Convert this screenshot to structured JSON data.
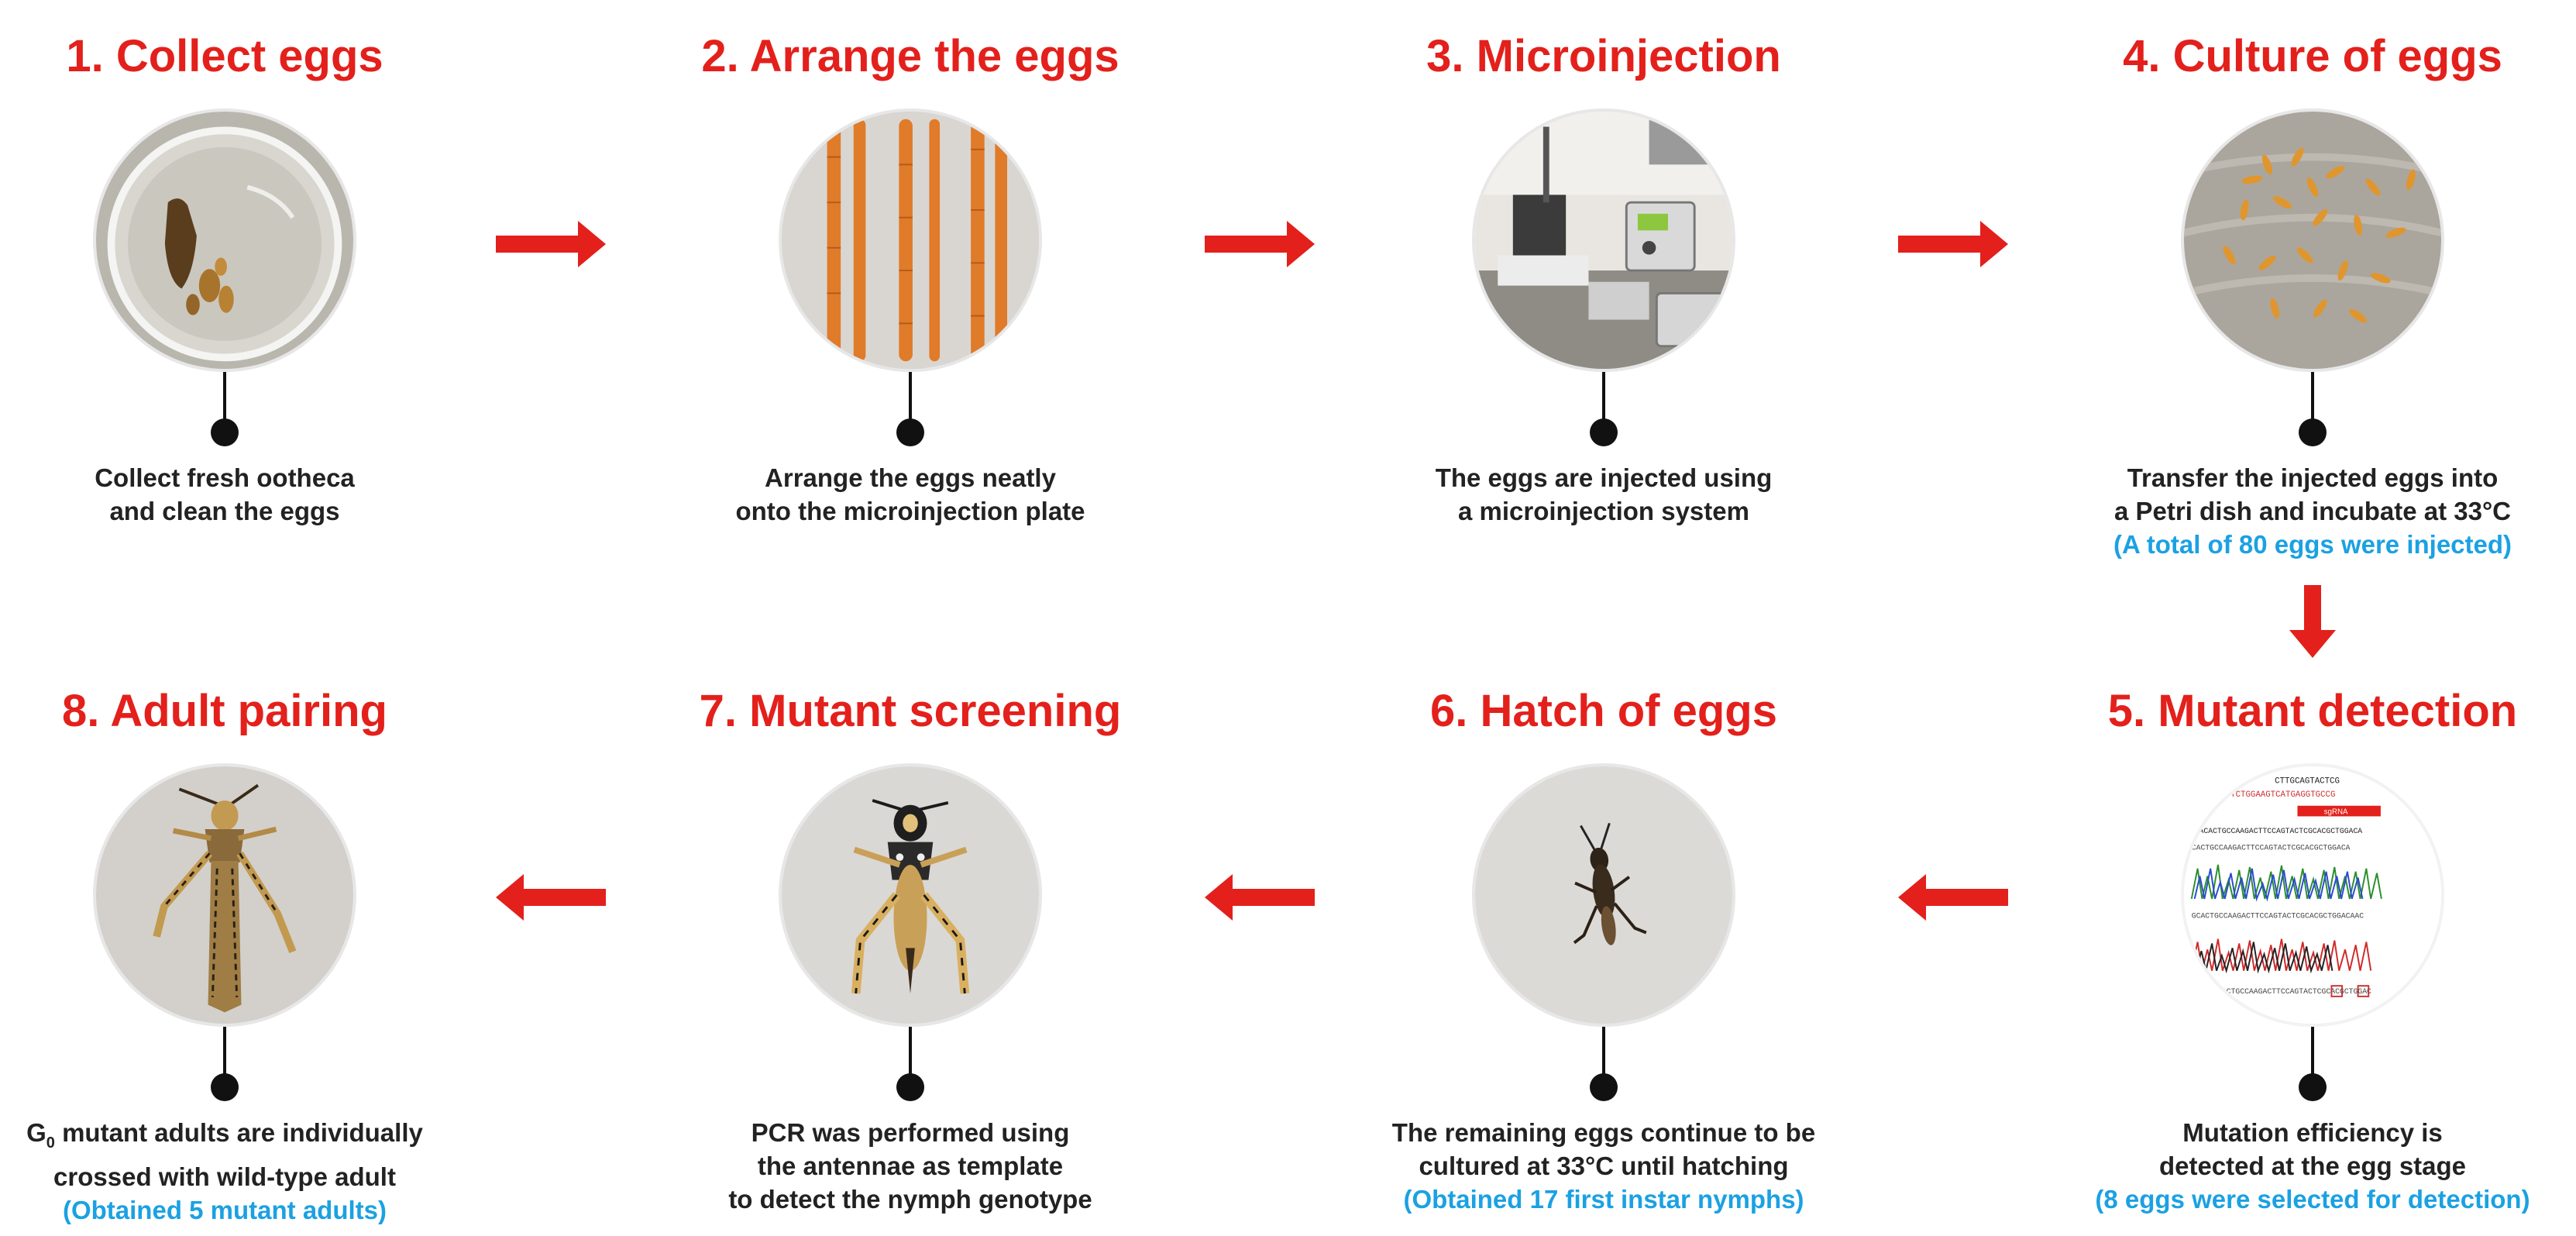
{
  "steps": [
    {
      "title": "1. Collect eggs",
      "caption": [
        "Collect fresh ootheca",
        "and clean the eggs"
      ],
      "photo": "petri-dish-ootheca"
    },
    {
      "title": "2. Arrange the eggs",
      "caption": [
        "Arrange the eggs neatly",
        "onto the microinjection plate"
      ],
      "photo": "eggs-on-plate"
    },
    {
      "title": "3. Microinjection",
      "caption": [
        "The eggs are injected using",
        "a microinjection system"
      ],
      "photo": "microinjection-system"
    },
    {
      "title": "4. Culture of eggs",
      "caption": [
        "Transfer the injected eggs into",
        "a Petri dish and incubate at 33°C"
      ],
      "note": "(A total of 80 eggs were injected)",
      "photo": "eggs-in-dish"
    },
    {
      "title": "5. Mutant detection",
      "caption": [
        "Mutation efficiency is",
        "detected at the egg stage"
      ],
      "note": "(8 eggs were selected for detection)",
      "photo": "sequencing-chromatogram"
    },
    {
      "title": "6. Hatch of eggs",
      "caption": [
        "The remaining eggs continue to be",
        "cultured at 33°C until hatching"
      ],
      "note": "(Obtained 17 first instar nymphs)",
      "photo": "first-instar-nymph"
    },
    {
      "title": "7. Mutant screening",
      "caption": [
        "PCR was performed using",
        "the antennae as template",
        "to detect the nymph genotype"
      ],
      "photo": "nymph-locust"
    },
    {
      "title": "8. Adult pairing",
      "caption_prefix": "G",
      "caption_sub": "0",
      "caption": [
        " mutant adults are individually",
        "crossed with wild-type adult"
      ],
      "note": "(Obtained 5 mutant adults)",
      "photo": "adult-locust"
    }
  ],
  "seq_text": [
    "CTTGCAGTACTCG",
    "GTCTGGAAGTCATGAGGTGCCG",
    "sgRNA",
    "ACACTGCCAAGACTTCCAGTACTCGCACGCTGGACA",
    "CACTGCCAAGACTTCCAGTACTCGCACGCTGGACA",
    "GCACTGCCAAGACTTCCAGTACTCGCACGCTGGACAAC",
    "ACTGCCAAGACTTCCAGTACTCGCACGCTGGAC"
  ],
  "colors": {
    "title": "#e3201b",
    "arrow": "#e3201b",
    "note": "#1ba1e2",
    "text": "#222222"
  }
}
